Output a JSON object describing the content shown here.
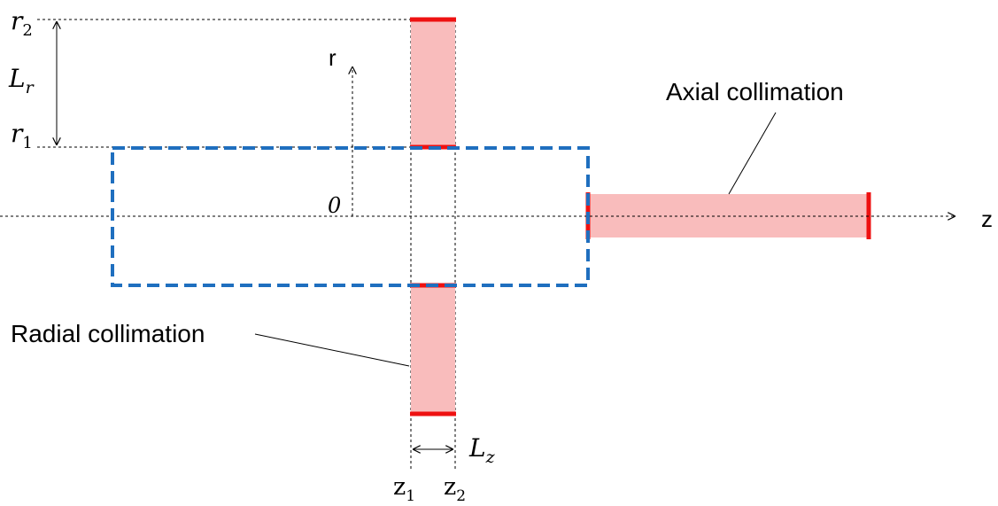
{
  "labels": {
    "r2": {
      "base": "r",
      "sub": "2"
    },
    "r1": {
      "base": "r",
      "sub": "1"
    },
    "Lr": {
      "base": "L",
      "sub": "r"
    },
    "Lz": {
      "base": "L",
      "sub": "z"
    },
    "z1": {
      "base": "z",
      "sub": "1"
    },
    "z2": {
      "base": "z",
      "sub": "2"
    },
    "r_axis": "r",
    "z_axis": "z",
    "origin": "0",
    "axial": "Axial collimation",
    "radial": "Radial collimation"
  },
  "colors": {
    "collimator_fill": "#f9bcbc",
    "collimator_edge": "#ee1111",
    "dashed_box": "#1f6fbf",
    "line": "#000000"
  }
}
